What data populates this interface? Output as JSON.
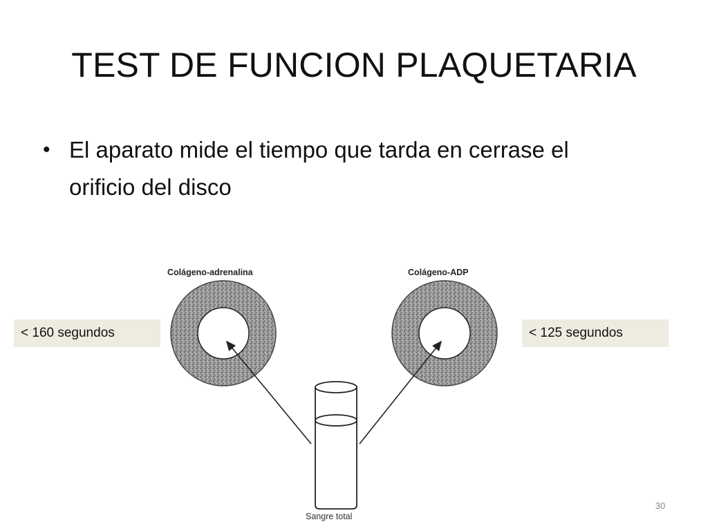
{
  "slide": {
    "title": "TEST DE FUNCION PLAQUETARIA",
    "bullets": [
      {
        "mark": "•",
        "text": "El aparato  mide el tiempo que tarda en cerrase el orificio del disco"
      }
    ],
    "figure": {
      "left_disk_label": "Colágeno-adrenalina",
      "right_disk_label": "Colágeno-ADP",
      "tube_label": "Sangre total"
    },
    "callouts": {
      "left": "< 160 segundos",
      "right": "< 125 segundos"
    },
    "slide_number": "30"
  },
  "colors": {
    "callout_background": "#eeece1",
    "disk_texture": "stippled grey",
    "text": "#111111"
  }
}
